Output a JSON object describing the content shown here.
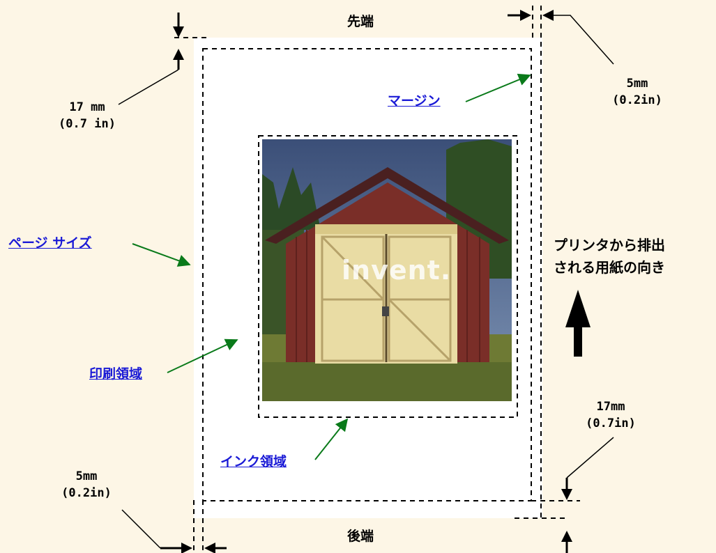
{
  "labels": {
    "leading_edge": "先端",
    "trailing_edge": "後端",
    "top_left_margin": [
      "17 mm",
      "(0.7 in)"
    ],
    "top_right_margin": [
      "5mm",
      "(0.2in)"
    ],
    "bottom_right_margin": [
      "17mm",
      "(0.7in)"
    ],
    "bottom_left_margin": [
      "5mm",
      "(0.2in)"
    ],
    "direction": [
      "プリンタから排出",
      "される用紙の向き"
    ]
  },
  "links": {
    "margin": "マージン",
    "page_size": "ページ サイズ",
    "print_area": "印刷領域",
    "ink_area": "インク領域"
  },
  "image": {
    "overlay_text": "invent."
  },
  "colors": {
    "background": "#fdf6e6",
    "paper": "#ffffff",
    "link": "#1a1ad6",
    "arrow": "#0a7a1a"
  }
}
